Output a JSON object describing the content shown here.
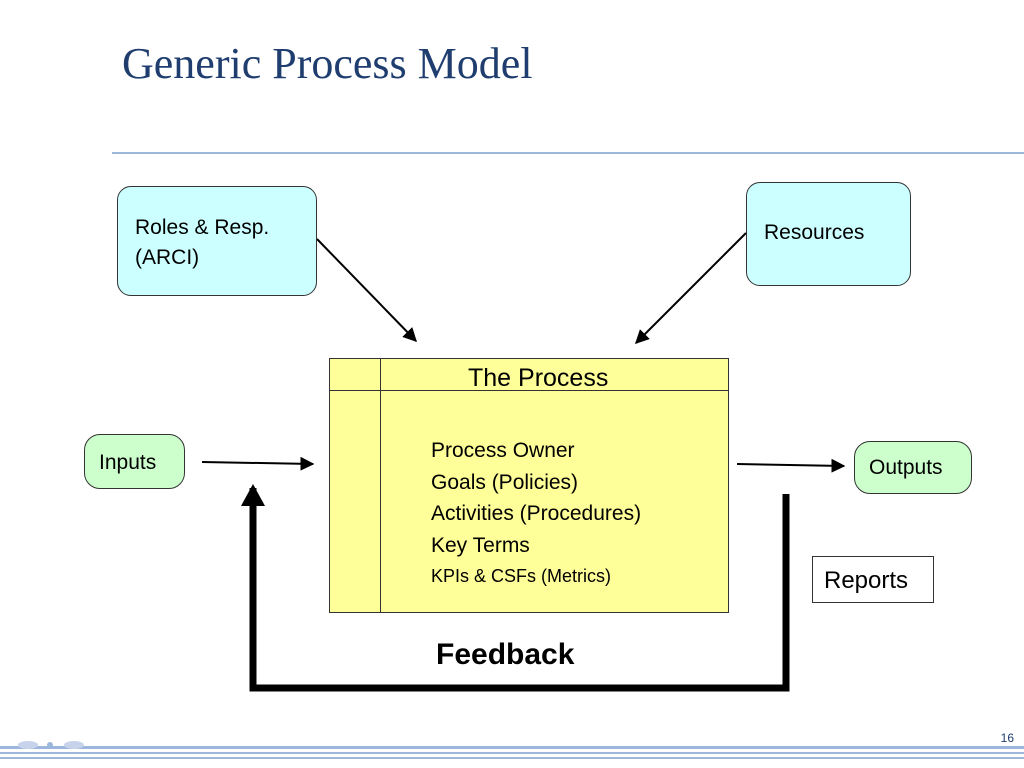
{
  "slide": {
    "title": "Generic Process Model",
    "page_number": "16"
  },
  "diagram": {
    "roles_box": {
      "line1": "Roles & Resp.",
      "line2": "(ARCI)"
    },
    "resources_box": "Resources",
    "inputs_box": "Inputs",
    "outputs_box": "Outputs",
    "reports_box": "Reports",
    "process": {
      "title": "The Process",
      "items": [
        "Process Owner",
        "Goals (Policies)",
        "Activities (Procedures)",
        "Key Terms",
        "KPIs & CSFs (Metrics)"
      ]
    },
    "feedback_label": "Feedback"
  },
  "colors": {
    "title": "#1f3d6e",
    "rule": "#9db6dc",
    "cyan_box": "#ccffff",
    "green_box": "#ccffcc",
    "process_fill": "#ffff99"
  }
}
